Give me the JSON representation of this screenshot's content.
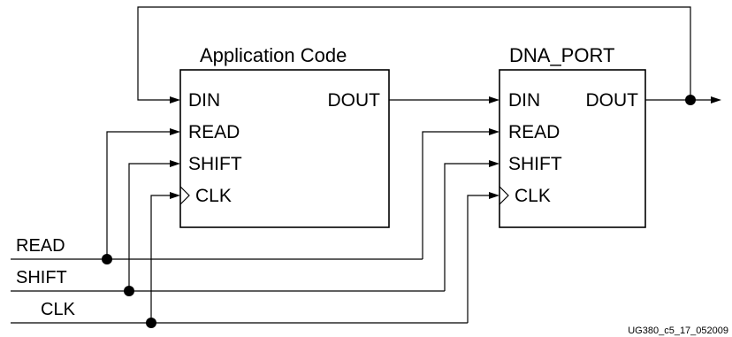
{
  "blocks": {
    "app": {
      "title": "Application Code",
      "pins": {
        "din": "DIN",
        "dout": "DOUT",
        "read": "READ",
        "shift": "SHIFT",
        "clk": "CLK"
      }
    },
    "dna": {
      "title": "DNA_PORT",
      "pins": {
        "din": "DIN",
        "dout": "DOUT",
        "read": "READ",
        "shift": "SHIFT",
        "clk": "CLK"
      }
    }
  },
  "signals": {
    "read": "READ",
    "shift": "SHIFT",
    "clk": "CLK"
  },
  "figure_id": "UG380_c5_17_052009"
}
